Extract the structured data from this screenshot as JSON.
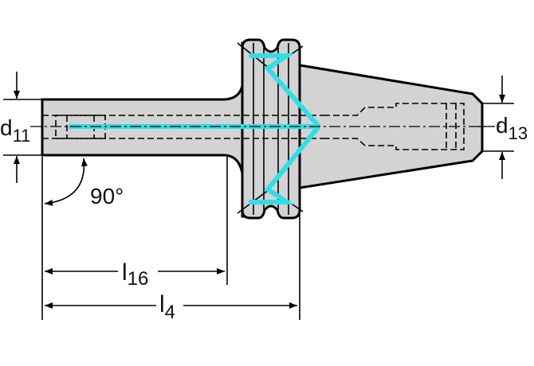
{
  "labels": {
    "d11": {
      "main": "d",
      "sub": "11"
    },
    "d13": {
      "main": "d",
      "sub": "13"
    },
    "l16": {
      "main": "l",
      "sub": "16"
    },
    "l4": {
      "main": "l",
      "sub": "4"
    },
    "angle": "90°"
  },
  "colors": {
    "body_fill": "#d3d3d3",
    "outline": "#000000",
    "coolant": "#33dde6",
    "background": "#ffffff"
  }
}
